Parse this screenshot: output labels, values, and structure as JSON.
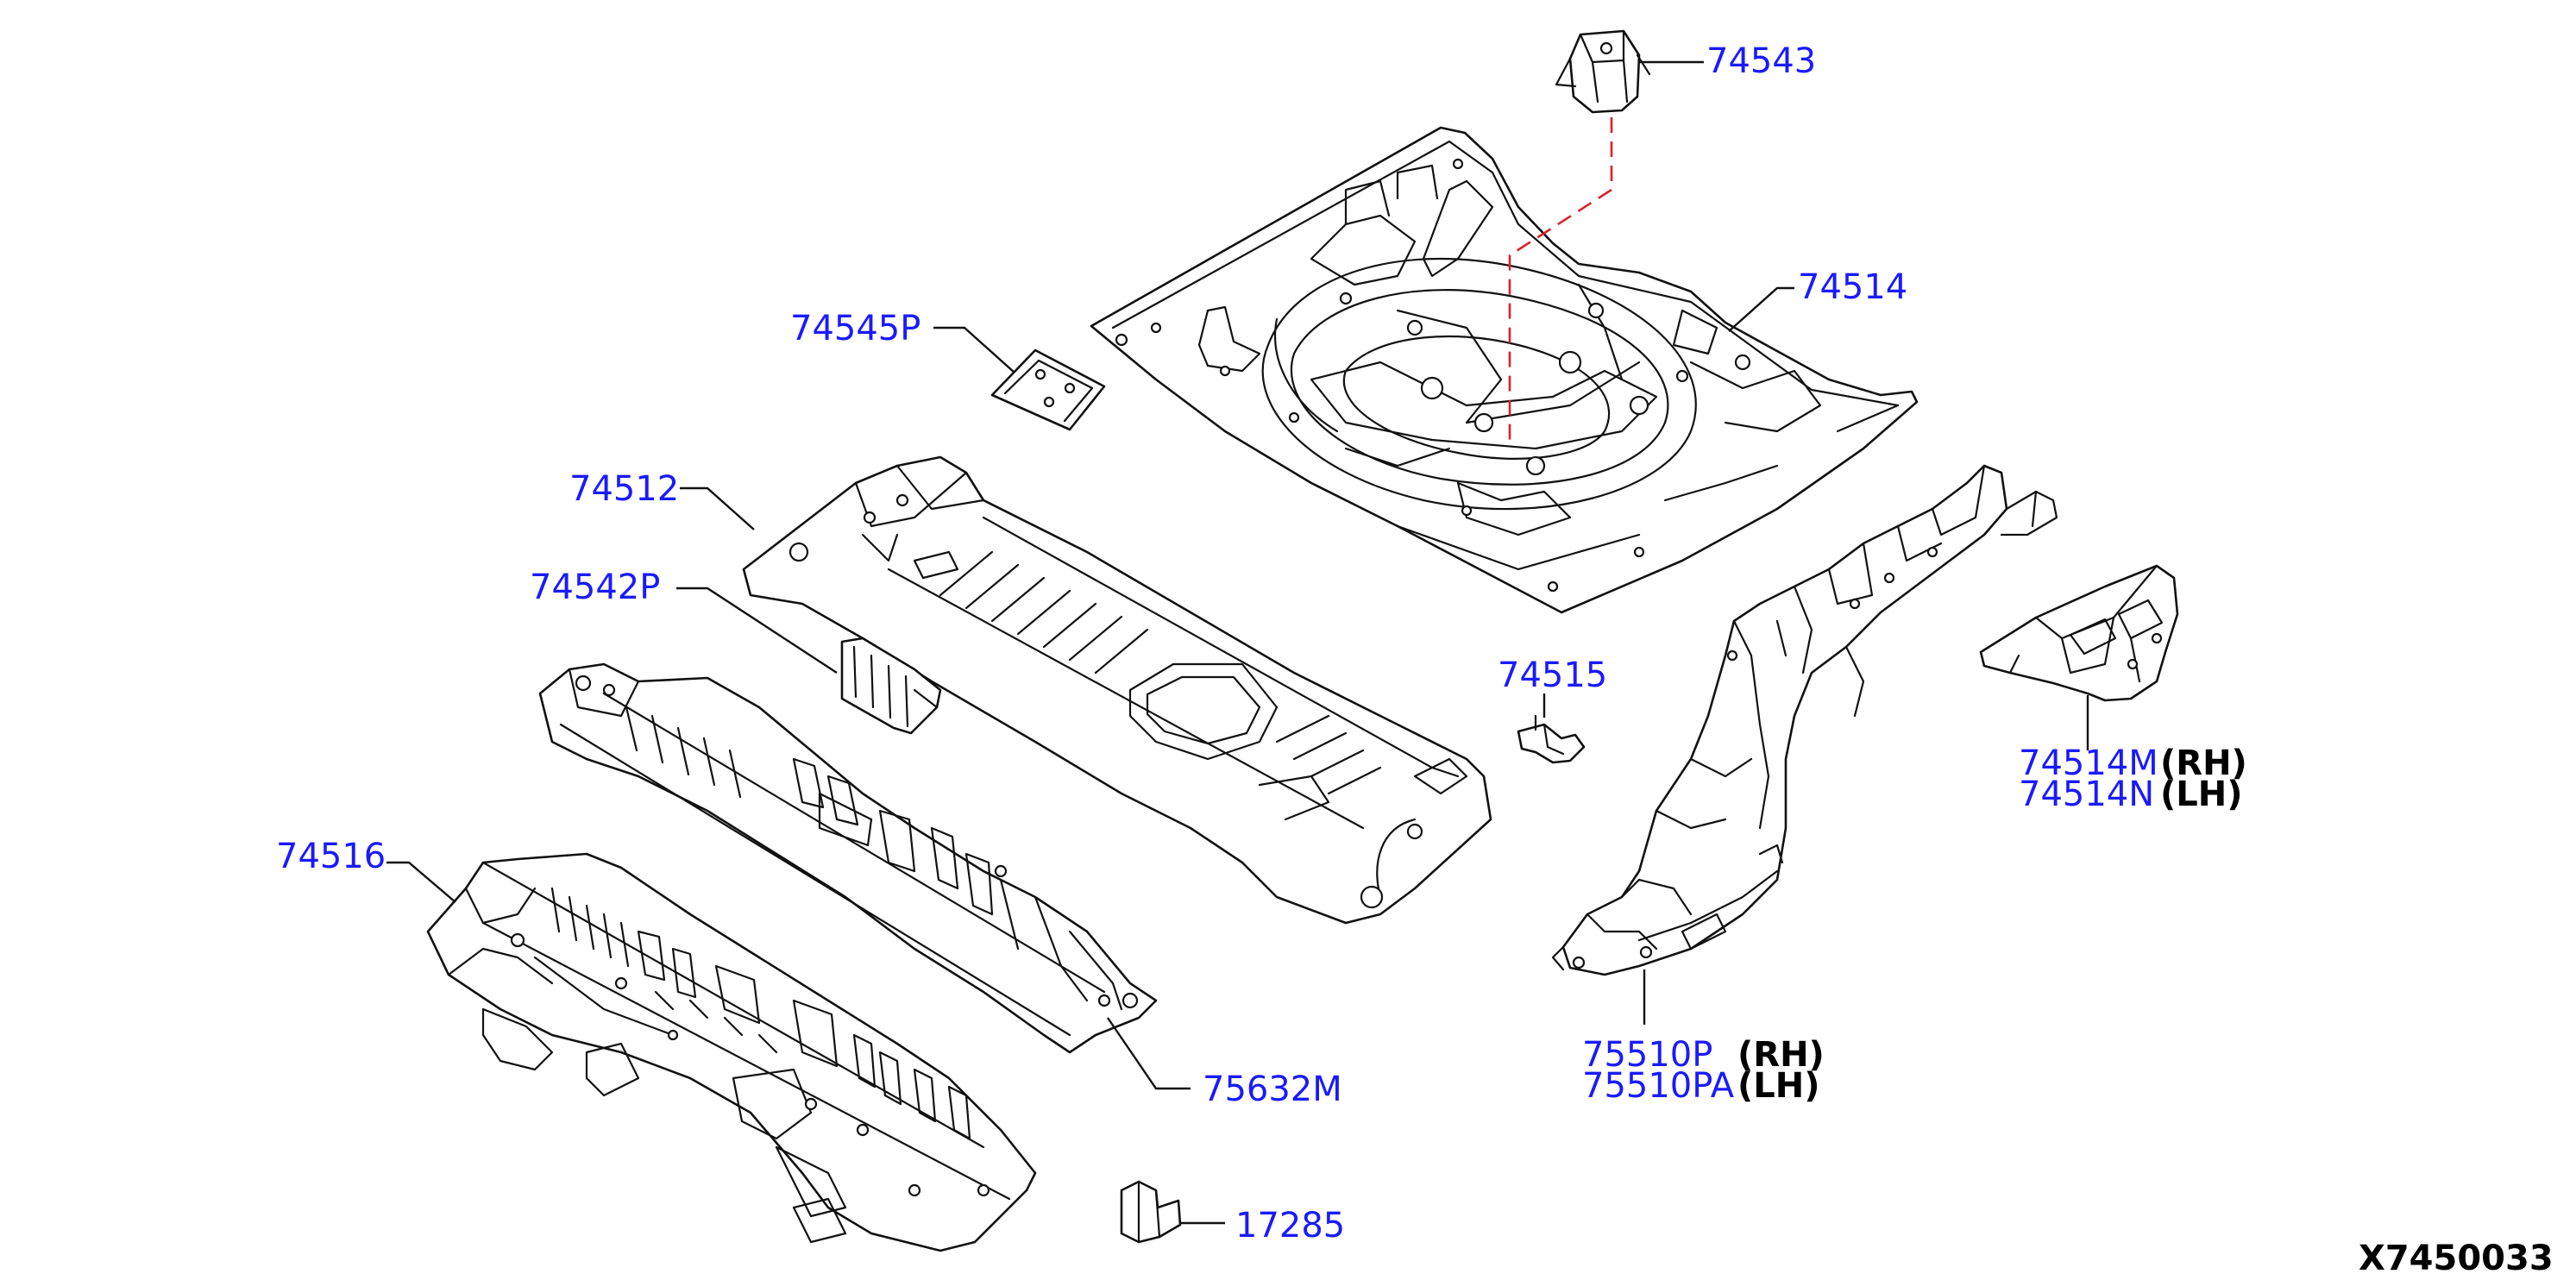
{
  "labels": {
    "p74543": "74543",
    "p74514": "74514",
    "p74545P": "74545P",
    "p74512": "74512",
    "p74542P": "74542P",
    "p74515": "74515",
    "p74514M": "74514M",
    "p74514M_side": "(RH)",
    "p74514N": "74514N",
    "p74514N_side": "(LH)",
    "p74516": "74516",
    "p75510P": "75510P",
    "p75510P_side": "(RH)",
    "p75510PA": "75510PA",
    "p75510PA_side": "(LH)",
    "p75632M": "75632M",
    "p17285": "17285"
  },
  "diagram_code": "X7450033",
  "colors": {
    "part_number": "#1a1aff",
    "line": "#111111",
    "phantom_line": "#d8232a"
  }
}
